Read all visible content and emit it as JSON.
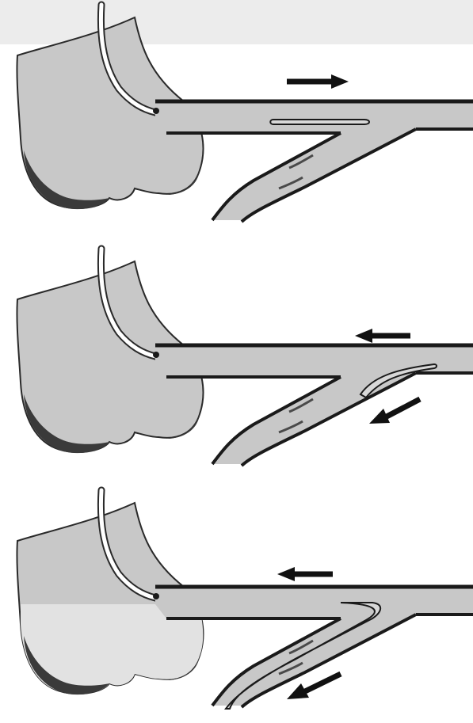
{
  "diagram": {
    "panels": [
      {
        "flow_direction": "right",
        "tube_position": "main-tube"
      },
      {
        "flow_direction": "left",
        "tube_position": "tip-at-branch"
      },
      {
        "flow_direction": "left",
        "tube_position": "in-branch"
      }
    ],
    "colors": {
      "fluid": "#c8c8c8",
      "fluid_light": "#e2e2e2",
      "wall": "#1a1a1a",
      "shadow": "#3a3a3a",
      "arrow": "#111111",
      "tube": "#ffffff"
    }
  }
}
